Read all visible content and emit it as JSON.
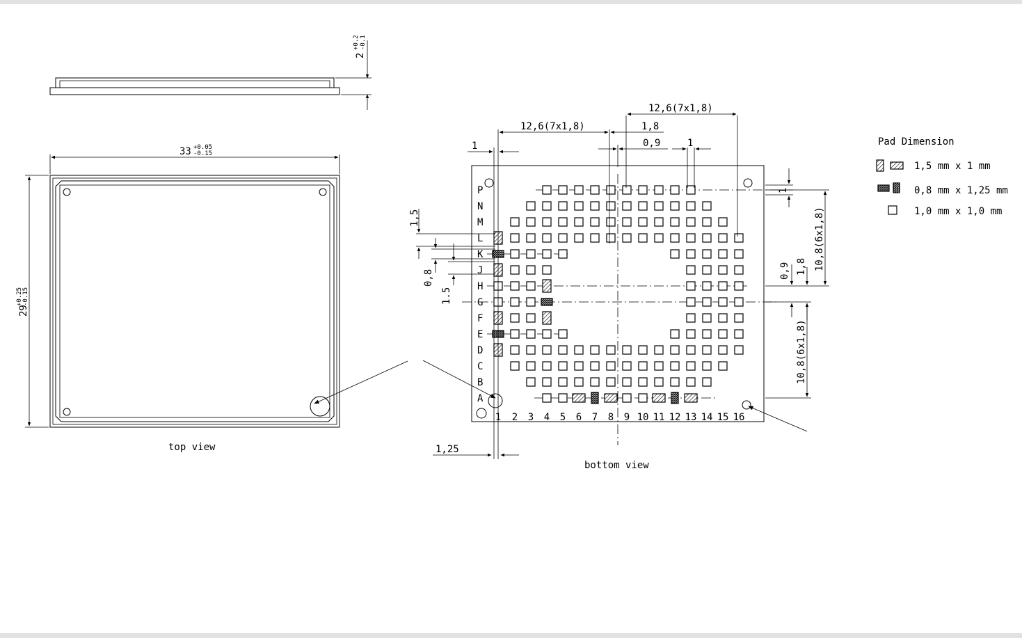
{
  "views": {
    "top_view": {
      "caption": "top view",
      "width_label": "33",
      "width_tol_upper": "+0.05",
      "width_tol_lower": "-0.15",
      "height_label": "29",
      "height_tol_upper": "+0.25",
      "height_tol_lower": "-0.15"
    },
    "side_view": {
      "thickness_label": "2",
      "thickness_tol_upper": "+0.2",
      "thickness_tol_lower": "-0.1"
    },
    "bottom_view": {
      "caption": "bottom view"
    }
  },
  "rows": [
    "P",
    "N",
    "M",
    "L",
    "K",
    "J",
    "H",
    "G",
    "F",
    "E",
    "D",
    "C",
    "B",
    "A"
  ],
  "columns": [
    "1",
    "2",
    "3",
    "4",
    "5",
    "6",
    "7",
    "8",
    "9",
    "10",
    "11",
    "12",
    "13",
    "14",
    "15",
    "16"
  ],
  "dimensions": {
    "top_span_right": "12,6(7x1,8)",
    "top_span_left": "12,6(7x1,8)",
    "pitch": "1,8",
    "half_pitch": "0,9",
    "pad_one_top": "1",
    "pad_one_left": "1",
    "left_pad_offset": "1,25",
    "left_pitch": "1,5",
    "left_small": "0,8",
    "left_pitch_lower": "1.5",
    "right_pad": "1",
    "right_upper_span": "10,8(6x1,8)",
    "right_half_pitch": "0,9",
    "right_pitch": "1,8",
    "right_lower_span": "10,8(6x1,8)"
  },
  "legend": {
    "title": "Pad Dimension",
    "items": [
      {
        "pattern": "hatched",
        "label": "1,5 mm x 1 mm"
      },
      {
        "pattern": "crosshatched",
        "label": "0,8 mm x 1,25 mm"
      },
      {
        "pattern": "plain",
        "label": "1,0 mm x 1,0 mm"
      }
    ]
  }
}
